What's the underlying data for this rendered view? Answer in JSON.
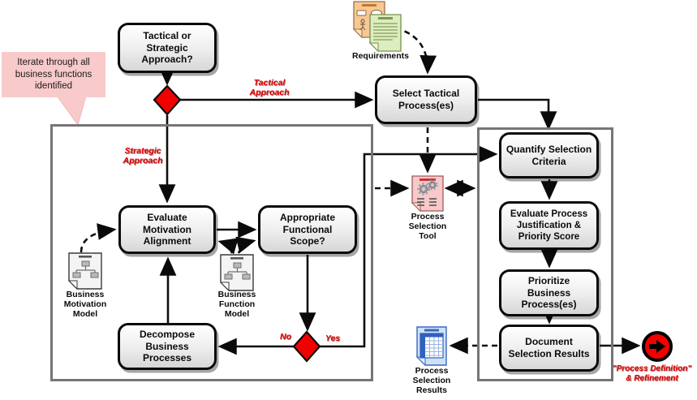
{
  "nodes": {
    "tactical_or_strategic": "Tactical or Strategic Approach?",
    "select_tactical": "Select Tactical Process(es)",
    "evaluate_motivation": "Evaluate Motivation Alignment",
    "appropriate_scope": "Appropriate Functional Scope?",
    "decompose": "Decompose Business Processes",
    "quantify": "Quantify Selection Criteria",
    "evaluate_justification": "Evaluate Process Justification & Priority Score",
    "prioritize": "Prioritize Business Process(es)",
    "document_results": "Document Selection Results"
  },
  "artifacts": {
    "requirements": "Requirements",
    "process_selection_tool": "Process Selection Tool",
    "process_selection_results": "Process Selection Results",
    "business_motivation_model": "Business Motivation Model",
    "business_function_model": "Business Function Model"
  },
  "annotations": {
    "callout": "Iterate through all business functions identified",
    "tactical_approach": "Tactical Approach",
    "strategic_approach": "Strategic Approach",
    "no": "No",
    "yes": "Yes",
    "end_caption": {
      "line1": "\"Process Definition\"",
      "line2": "& Refinement"
    }
  },
  "edges": [
    {
      "from": "tactical_or_strategic",
      "to": "approach_decision",
      "style": "solid"
    },
    {
      "from": "approach_decision",
      "to": "select_tactical",
      "label": "Tactical Approach",
      "style": "solid"
    },
    {
      "from": "approach_decision",
      "to": "evaluate_motivation",
      "label": "Strategic Approach",
      "style": "solid"
    },
    {
      "from": "requirements",
      "to": "select_tactical",
      "style": "dashed"
    },
    {
      "from": "select_tactical",
      "to": "quantify",
      "style": "solid"
    },
    {
      "from": "select_tactical",
      "to": "process_selection_tool",
      "style": "dashed"
    },
    {
      "from": "evaluate_motivation",
      "to": "appropriate_scope",
      "style": "solid"
    },
    {
      "from": "business_motivation_model",
      "to": "evaluate_motivation",
      "style": "dashed"
    },
    {
      "from": "business_function_model",
      "to": "evaluate_motivation",
      "style": "dashed"
    },
    {
      "from": "business_function_model",
      "to": "appropriate_scope",
      "style": "dashed"
    },
    {
      "from": "appropriate_scope",
      "to": "scope_decision",
      "style": "solid"
    },
    {
      "from": "scope_decision",
      "to": "decompose",
      "label": "No",
      "style": "solid"
    },
    {
      "from": "scope_decision",
      "to": "quantify",
      "label": "Yes",
      "style": "solid"
    },
    {
      "from": "decompose",
      "to": "evaluate_motivation",
      "style": "solid"
    },
    {
      "from": "left_group",
      "to": "process_selection_tool",
      "style": "dashed"
    },
    {
      "from": "process_selection_tool",
      "to": "right_group",
      "style": "dashed-bidirectional"
    },
    {
      "from": "quantify",
      "to": "evaluate_justification",
      "style": "solid"
    },
    {
      "from": "evaluate_justification",
      "to": "prioritize",
      "style": "solid"
    },
    {
      "from": "prioritize",
      "to": "document_results",
      "style": "solid"
    },
    {
      "from": "document_results",
      "to": "process_selection_results",
      "style": "dashed"
    },
    {
      "from": "document_results",
      "to": "process_definition_refinement",
      "style": "solid"
    }
  ],
  "colors": {
    "decision_diamond": "#f20000",
    "callout_fill": "#f8caca",
    "container_border": "#767676",
    "red_text": "#e40000",
    "box_fill_top": "#ffffff",
    "box_fill_bottom": "#d7d7d7"
  }
}
